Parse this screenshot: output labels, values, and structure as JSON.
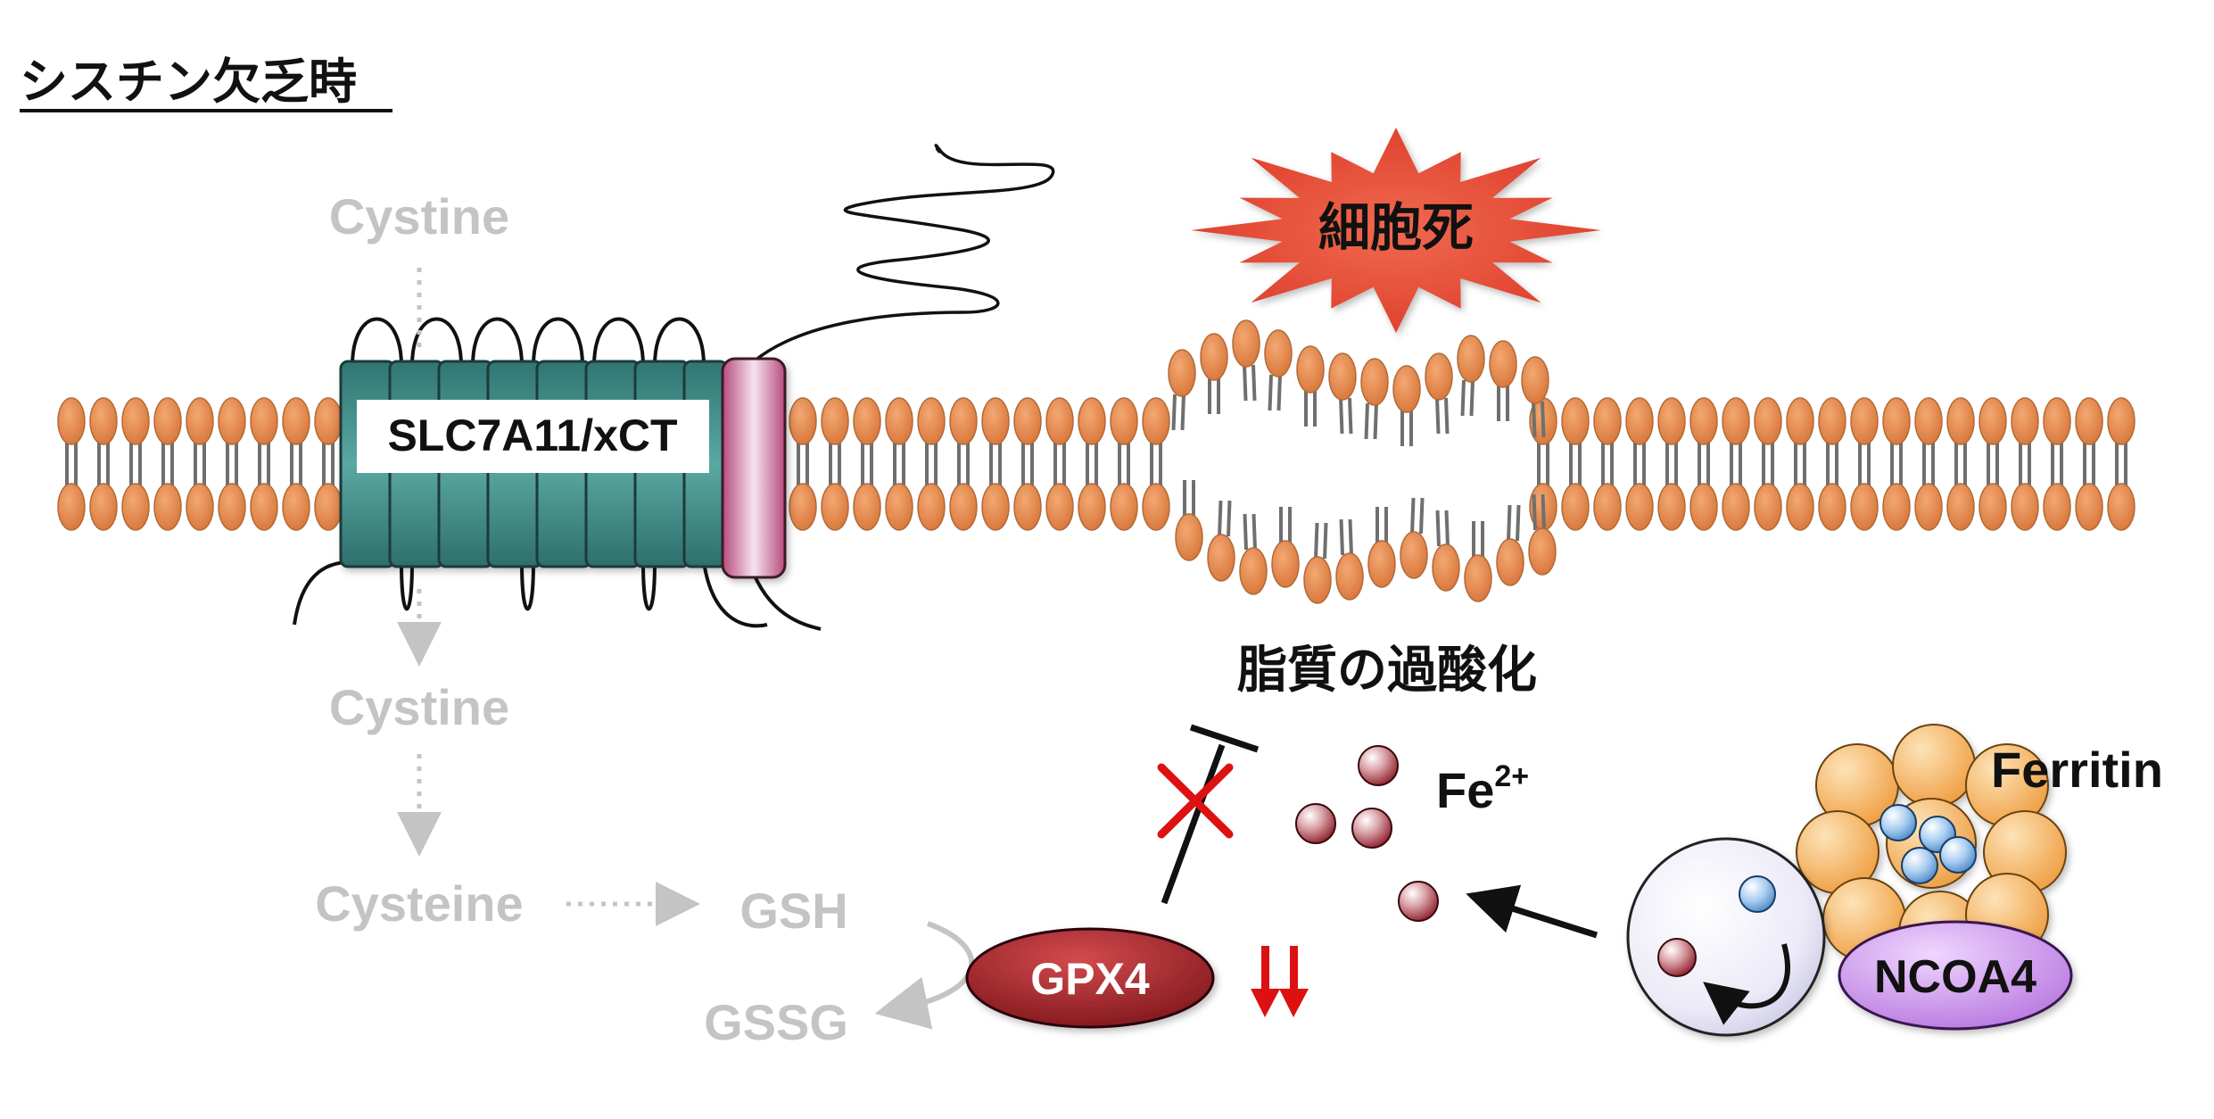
{
  "title": "シスチン欠乏時",
  "pathway": {
    "cystine_outside": "Cystine",
    "cystine_inside": "Cystine",
    "cysteine": "Cysteine",
    "gsh": "GSH",
    "gssg": "GSSG"
  },
  "transporter": {
    "label": "SLC7A11/xCT"
  },
  "cell_death": {
    "label": "細胞死"
  },
  "lipid_peroxidation": {
    "label": "脂質の過酸化"
  },
  "gpx4": {
    "label": "GPX4"
  },
  "iron": {
    "label": "Fe",
    "superscript": "2+"
  },
  "ferritin": {
    "label": "Ferritin"
  },
  "ncoa4": {
    "label": "NCOA4"
  },
  "colors": {
    "pathway_grey": "#c4c4c4",
    "lipid_head": "#e0884a",
    "transporter_teal": "#3d8c88",
    "transporter_pink": "#c25a86",
    "burst_red": "#e04030",
    "gpx4_red": "#8e1c20",
    "inhibit_red": "#dd1111",
    "iron_red": "#a2303a",
    "ferritin_orange": "#f3a645",
    "ferritin_blue": "#6aa6dc",
    "ncoa4_purple": "#c786e6",
    "vesicle": "#e7e6f5"
  }
}
